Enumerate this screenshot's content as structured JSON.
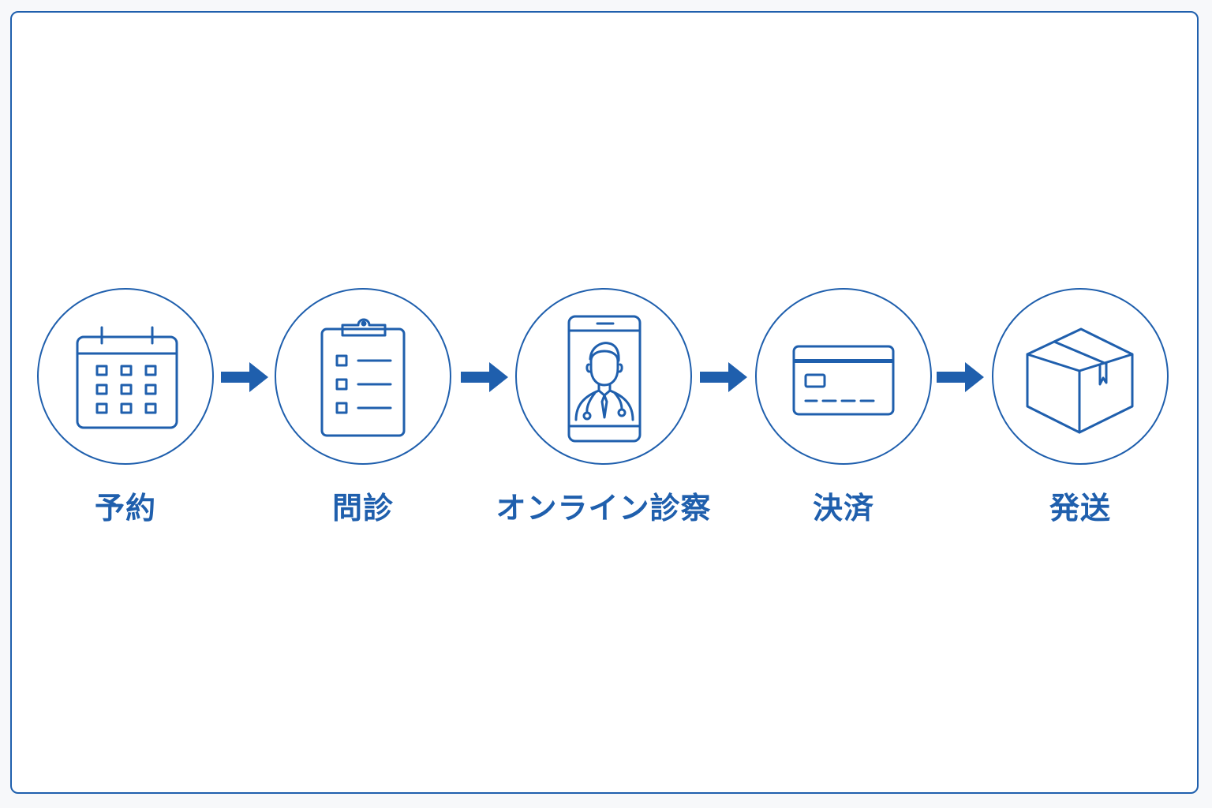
{
  "steps": [
    {
      "label": "予約",
      "icon": "calendar-icon"
    },
    {
      "label": "問診",
      "icon": "clipboard-checklist-icon"
    },
    {
      "label": "オンライン診察",
      "icon": "smartphone-doctor-icon"
    },
    {
      "label": "決済",
      "icon": "credit-card-icon"
    },
    {
      "label": "発送",
      "icon": "package-box-icon"
    }
  ],
  "colors": {
    "accent": "#1f5fad",
    "background": "#ffffff"
  }
}
